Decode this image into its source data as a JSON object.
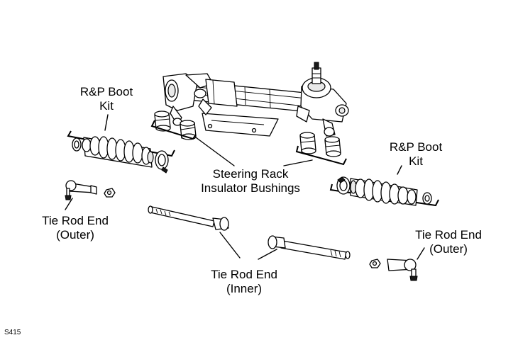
{
  "labels": {
    "boot_kit_left": [
      "R&P Boot",
      "Kit"
    ],
    "boot_kit_right": [
      "R&P Boot",
      "Kit"
    ],
    "bushings": [
      "Steering Rack",
      "Insulator Bushings"
    ],
    "tie_rod_outer_left": [
      "Tie Rod End",
      "(Outer)"
    ],
    "tie_rod_outer_right": [
      "Tie Rod End",
      "(Outer)"
    ],
    "tie_rod_inner": [
      "Tie Rod End",
      "(Inner)"
    ]
  },
  "reference_code": "S415"
}
